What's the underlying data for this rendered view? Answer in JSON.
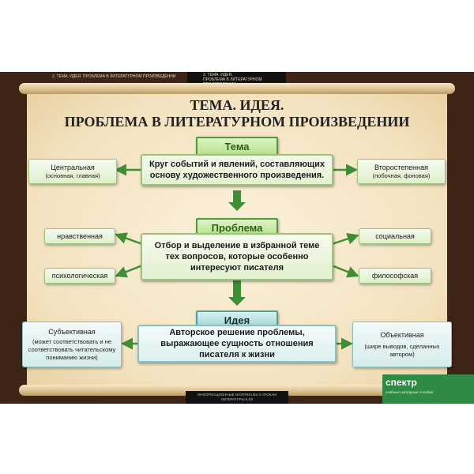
{
  "header": {
    "left": "2. ТЕМА. ИДЕЯ. ПРОБЛЕМА В ЛИТЕРАТУРНОМ ПРОИЗВЕДЕНИИ",
    "center_line1": "2. ТЕМА. ИДЕЯ.",
    "center_line2": "ПРОБЛЕМА В ЛИТЕРАТУРНОМ ПРОИЗВЕДЕНИИ"
  },
  "title": {
    "line1": "ТЕМА. ИДЕЯ.",
    "line2": "ПРОБЛЕМА В ЛИТЕРАТУРНОМ ПРОИЗВЕДЕНИИ"
  },
  "tema": {
    "label": "Тема",
    "main": "Круг событий и явлений, составляющих основу художественного произведения.",
    "left_title": "Центральная",
    "left_sub": "(основная, главная)",
    "right_title": "Второстепенная",
    "right_sub": "(побочная, фоновая)"
  },
  "problema": {
    "label": "Проблема",
    "main": "Отбор и выделение в избранной теме тех вопросов, которые особенно интересуют писателя",
    "left_top": "нравственная",
    "left_bottom": "психологическая",
    "right_top": "социальная",
    "right_bottom": "философская"
  },
  "ideya": {
    "label": "Идея",
    "main": "Авторское решение проблемы, выражающее сущность отношения писателя к жизни",
    "left_title": "Субъективная",
    "left_sub": "(может соответствовать и не соответствовать читательскому пониманию жизни)",
    "right_title": "Объективная",
    "right_sub": "(шире выводов, сделанных автором)"
  },
  "footer": {
    "text": "ИНФОРМАЦИОННЫЕ МАТЕРИАЛЫ К УРОКАМ ЛИТЕРАТУРЫ 5 КЛ"
  },
  "logo": {
    "word": "спектр",
    "sub": "учебные наглядные пособия"
  },
  "colors": {
    "frame": "#3d2416",
    "parchment": "#f3e2bf",
    "green_accent": "#4f9a3a",
    "blue_accent": "#4aa39c"
  }
}
